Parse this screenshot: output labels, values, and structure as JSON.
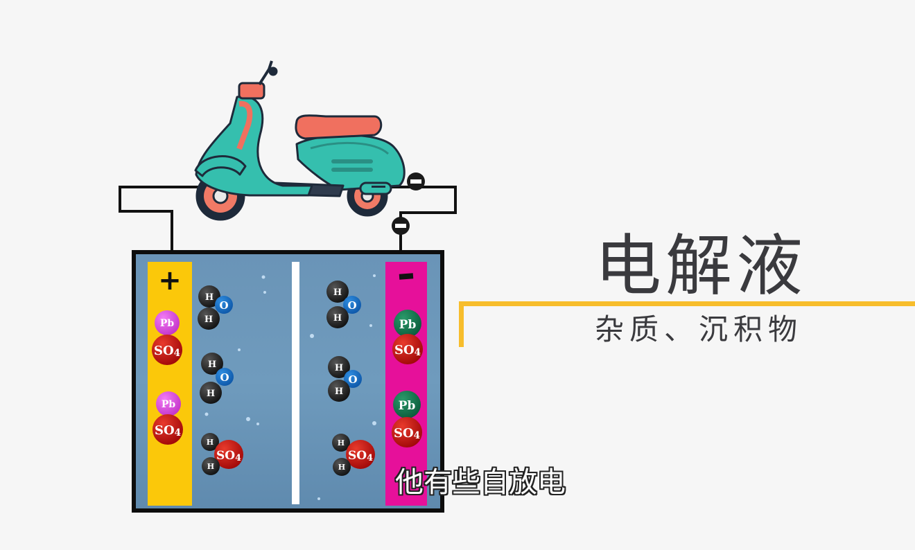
{
  "title": "电解液",
  "subtitle_heading": "杂质、沉积物",
  "caption": "他有些自放电",
  "battery": {
    "positive_symbol": "+",
    "negative_symbol": "−",
    "positive_plate": [
      {
        "metal": "Pb",
        "ion": "SO4"
      },
      {
        "metal": "Pb",
        "ion": "SO4"
      }
    ],
    "negative_plate": [
      {
        "metal": "Pb",
        "ion": "SO4"
      },
      {
        "metal": "Pb",
        "ion": "SO4"
      }
    ],
    "left_molecules": [
      {
        "type": "water",
        "atoms": [
          "H",
          "O",
          "H"
        ]
      },
      {
        "type": "water",
        "atoms": [
          "H",
          "O",
          "H"
        ]
      },
      {
        "type": "acid",
        "atoms": [
          "H",
          "SO4",
          "H"
        ]
      }
    ],
    "right_molecules": [
      {
        "type": "water",
        "atoms": [
          "H",
          "O",
          "H"
        ]
      },
      {
        "type": "water",
        "atoms": [
          "H",
          "O",
          "H"
        ]
      },
      {
        "type": "acid",
        "atoms": [
          "H",
          "SO4",
          "H"
        ]
      }
    ]
  },
  "colors": {
    "positive_plate": "#fbc80a",
    "negative_plate": "#e6109a",
    "electrolyte": "#6f98b8",
    "accent": "#f7bd2c",
    "scooter_body": "#35bfae",
    "scooter_seat": "#f0705f",
    "text": "#3a3a3e"
  },
  "icons": [
    "scooter-icon",
    "positive-terminal-icon",
    "negative-terminal-icon"
  ]
}
